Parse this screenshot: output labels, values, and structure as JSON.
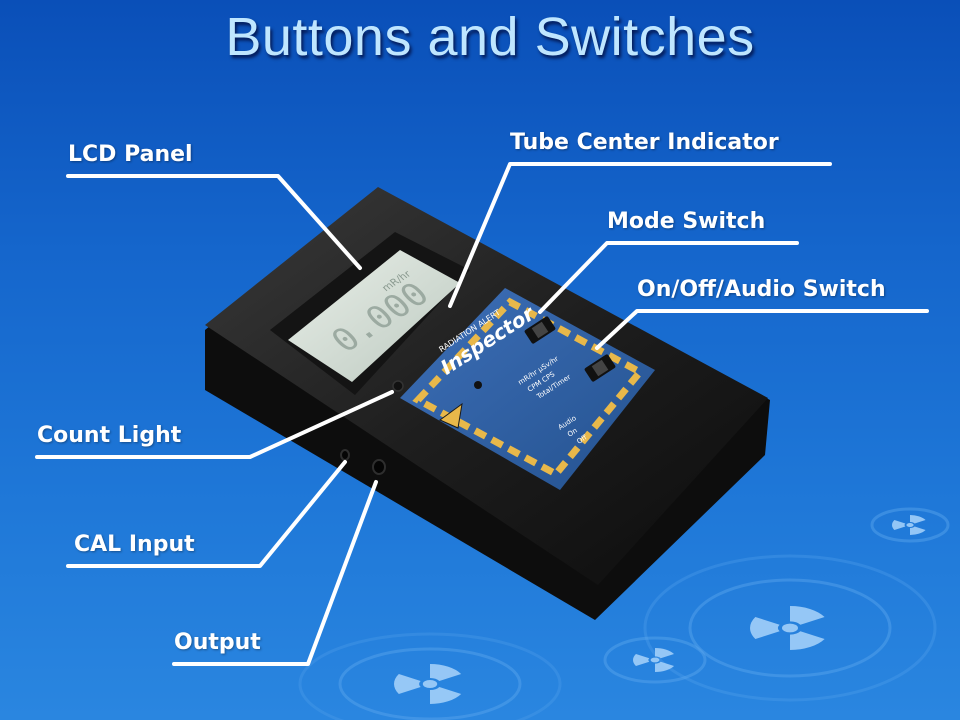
{
  "slide": {
    "title": "Buttons and Switches"
  },
  "callouts": {
    "lcd_panel": "LCD Panel",
    "tube_center_indicator": "Tube Center Indicator",
    "mode_switch": "Mode Switch",
    "on_off_audio_switch": "On/Off/Audio Switch",
    "count_light": "Count Light",
    "cal_input": "CAL Input",
    "output": "Output"
  },
  "device": {
    "lcd_reading": "0.000",
    "lcd_unit": "mR/hr",
    "brand_line": "RADIATION ALERT",
    "model": "Inspector",
    "mode_labels": [
      "mR/hr µSv/hr",
      "CPM CPS",
      "Total/Timer"
    ],
    "power_labels": [
      "Audio",
      "On",
      "Off"
    ]
  },
  "colors": {
    "background_top": "#0a4fb8",
    "background_bottom": "#2a86e0",
    "title": "#bfe6ff",
    "label_text": "#ffffff",
    "device_body": "#1c1c1c",
    "device_panel": "#2f5fa8",
    "hazard_border": "#e8b84a"
  }
}
